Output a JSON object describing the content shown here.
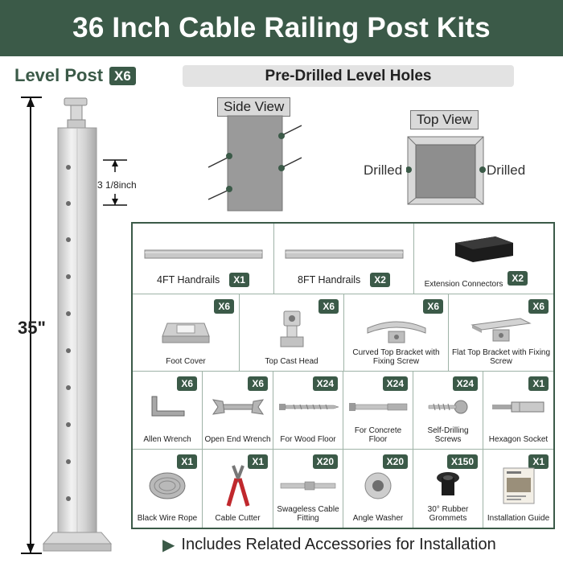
{
  "banner": {
    "title": "36 Inch Cable Railing Post Kits"
  },
  "post": {
    "label": "Level Post",
    "count": "X6",
    "height_label": "35\"",
    "hole_spacing": "3 1/8inch"
  },
  "holes": {
    "header": "Pre-Drilled Level Holes",
    "side_view": "Side View",
    "top_view": "Top View",
    "drilled_left": "Drilled",
    "drilled_right": "Drilled"
  },
  "rows": [
    [
      {
        "label": "4FT Handrails",
        "qty": "X1",
        "icon": "handrail-icon"
      },
      {
        "label": "8FT Handrails",
        "qty": "X2",
        "icon": "handrail-icon"
      },
      {
        "label": "Extension Connectors",
        "qty": "X2",
        "icon": "extension-connector-icon"
      }
    ],
    [
      {
        "label": "Foot Cover",
        "qty": "X6",
        "icon": "foot-cover-icon"
      },
      {
        "label": "Top Cast Head",
        "qty": "X6",
        "icon": "top-cast-head-icon"
      },
      {
        "label": "Curved Top Bracket with Fixing Screw",
        "qty": "X6",
        "icon": "curved-bracket-icon"
      },
      {
        "label": "Flat Top Bracket with Fixing Screw",
        "qty": "X6",
        "icon": "flat-bracket-icon"
      }
    ],
    [
      {
        "label": "Allen Wrench",
        "qty": "X6",
        "icon": "allen-wrench-icon"
      },
      {
        "label": "Open End Wrench",
        "qty": "X6",
        "icon": "open-end-wrench-icon"
      },
      {
        "label": "For Wood Floor",
        "qty": "X24",
        "icon": "wood-screw-icon"
      },
      {
        "label": "For Concrete Floor",
        "qty": "X24",
        "icon": "concrete-anchor-icon"
      },
      {
        "label": "Self-Drilling Screws",
        "qty": "X24",
        "icon": "self-drilling-screw-icon"
      },
      {
        "label": "Hexagon Socket",
        "qty": "X1",
        "icon": "hexagon-socket-icon"
      }
    ],
    [
      {
        "label": "Black Wire Rope",
        "qty": "X1",
        "icon": "wire-rope-icon"
      },
      {
        "label": "Cable Cutter",
        "qty": "X1",
        "icon": "cable-cutter-icon"
      },
      {
        "label": "Swageless Cable Fitting",
        "qty": "X20",
        "icon": "cable-fitting-icon"
      },
      {
        "label": "Angle Washer",
        "qty": "X20",
        "icon": "angle-washer-icon"
      },
      {
        "label": "30° Rubber Grommets",
        "qty": "X150",
        "icon": "rubber-grommet-icon"
      },
      {
        "label": "Installation Guide",
        "qty": "X1",
        "icon": "installation-guide-icon"
      }
    ]
  ],
  "footer": {
    "text": "Includes Related Accessories for Installation"
  }
}
